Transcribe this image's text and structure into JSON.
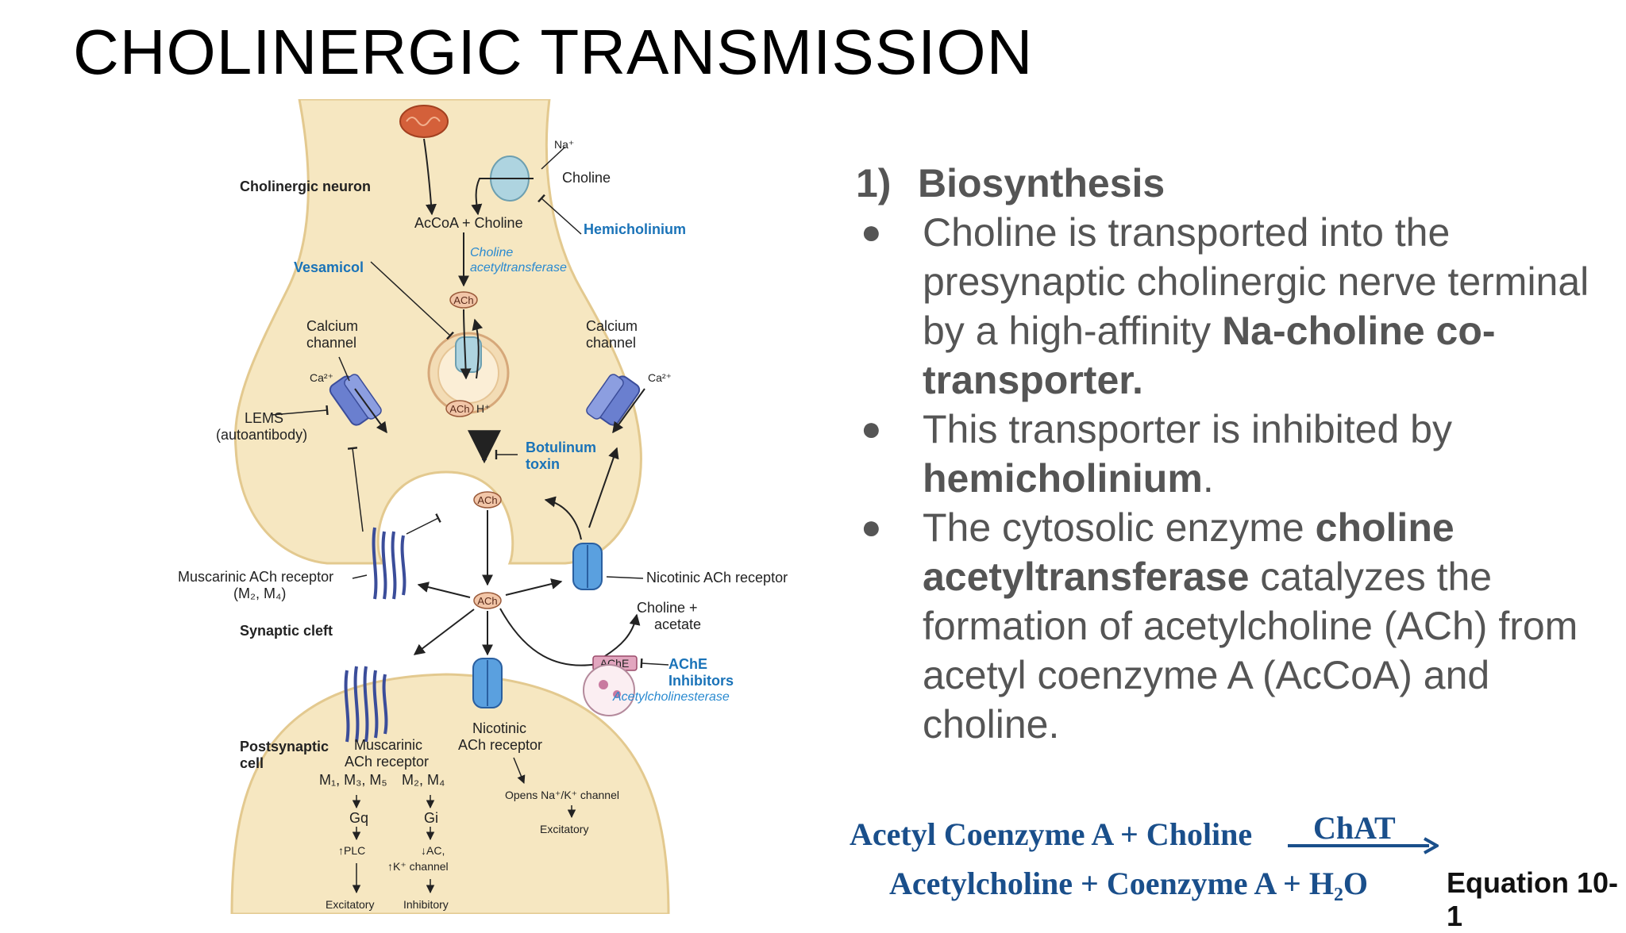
{
  "slide": {
    "title": "CHOLINERGIC TRANSMISSION"
  },
  "diagram": {
    "labels": {
      "cholinergic_neuron": "Cholinergic neuron",
      "na": "Na⁺",
      "choline": "Choline",
      "hemicholinium": "Hemicholinium",
      "accoa_choline": "AcCoA + Choline",
      "chat_line1": "Choline",
      "chat_line2": "acetyltransferase",
      "vesamicol": "Vesamicol",
      "ach": "ACh",
      "h_plus": "H⁺",
      "calcium_channel_left_1": "Calcium",
      "calcium_channel_left_2": "channel",
      "calcium_channel_right_1": "Calcium",
      "calcium_channel_right_2": "channel",
      "ca_left": "Ca²⁺",
      "ca_right": "Ca²⁺",
      "lems_1": "LEMS",
      "lems_2": "(autoantibody)",
      "botulinum_1": "Botulinum",
      "botulinum_2": "toxin",
      "muscarinic_pre_1": "Muscarinic ACh receptor",
      "muscarinic_pre_2": "(M₂, M₄)",
      "nicotinic_pre": "Nicotinic ACh receptor",
      "choline_acetate_1": "Choline +",
      "choline_acetate_2": "acetate",
      "synaptic_cleft": "Synaptic cleft",
      "ache": "AChE",
      "ache_inhibitors_1": "AChE",
      "ache_inhibitors_2": "Inhibitors",
      "acetylcholinesterase": "Acetylcholinesterase",
      "nicotinic_post_1": "Nicotinic",
      "nicotinic_post_2": "ACh receptor",
      "postsynaptic_1": "Postsynaptic",
      "postsynaptic_2": "cell",
      "muscarinic_post_1": "Muscarinic",
      "muscarinic_post_2": "ACh receptor",
      "m_subtypes_1": "M₁, M₃, M₅",
      "m_subtypes_2": "M₂, M₄",
      "gq": "Gq",
      "gi": "Gi",
      "plc": "↑PLC",
      "ac": "↓AC,",
      "k_channel": "↑K⁺ channel",
      "excitatory_1": "Excitatory",
      "inhibitory": "Inhibitory",
      "opens_channel": "Opens Na⁺/K⁺ channel",
      "excitatory_2": "Excitatory"
    }
  },
  "content": {
    "heading_number": "1)",
    "heading": "Biosynthesis",
    "bullets": [
      {
        "parts": [
          "Choline is transported into the presynaptic cholinergic nerve terminal by a high-affinity ",
          "Na-choline co-transporter.",
          ""
        ]
      },
      {
        "parts": [
          " This transporter is inhibited by ",
          "hemicholinium",
          "."
        ]
      },
      {
        "parts": [
          "The cytosolic enzyme ",
          "choline acetyltransferase",
          " catalyzes the formation of acetylcholine (ACh) from acetyl coenzyme A (AcCoA) and choline."
        ]
      }
    ]
  },
  "equation": {
    "line1": "Acetyl Coenzyme A + Choline",
    "enzyme": "ChAT",
    "line2": "Acetylcholine + Coenzyme A + H₂O",
    "label": "Equation 10-1"
  }
}
